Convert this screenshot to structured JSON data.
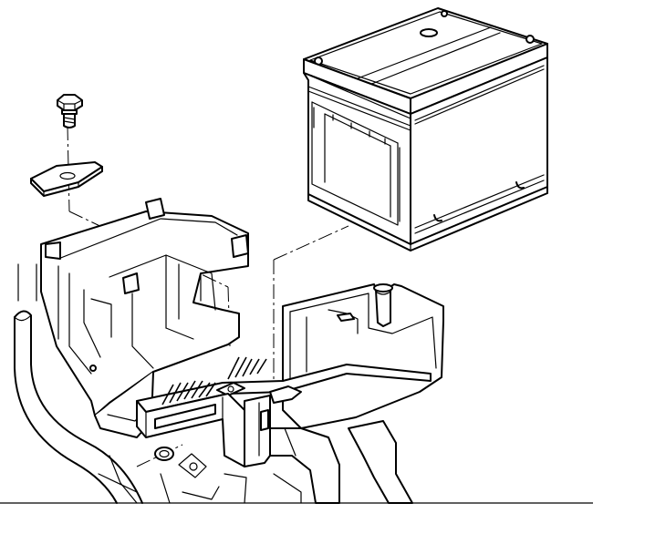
{
  "figure": {
    "components": [
      {
        "name": "battery",
        "icon": "battery-icon"
      },
      {
        "name": "battery-hold-down-bolt",
        "icon": "bolt-icon"
      },
      {
        "name": "battery-hold-down-clamp",
        "icon": "clamp-icon"
      },
      {
        "name": "battery-tray",
        "icon": "tray-icon"
      },
      {
        "name": "battery-tray-support-bracket",
        "icon": "bracket-icon"
      },
      {
        "name": "vent-hose",
        "icon": "hose-icon"
      }
    ],
    "colors": {
      "line": "#000000",
      "background": "#ffffff"
    }
  }
}
